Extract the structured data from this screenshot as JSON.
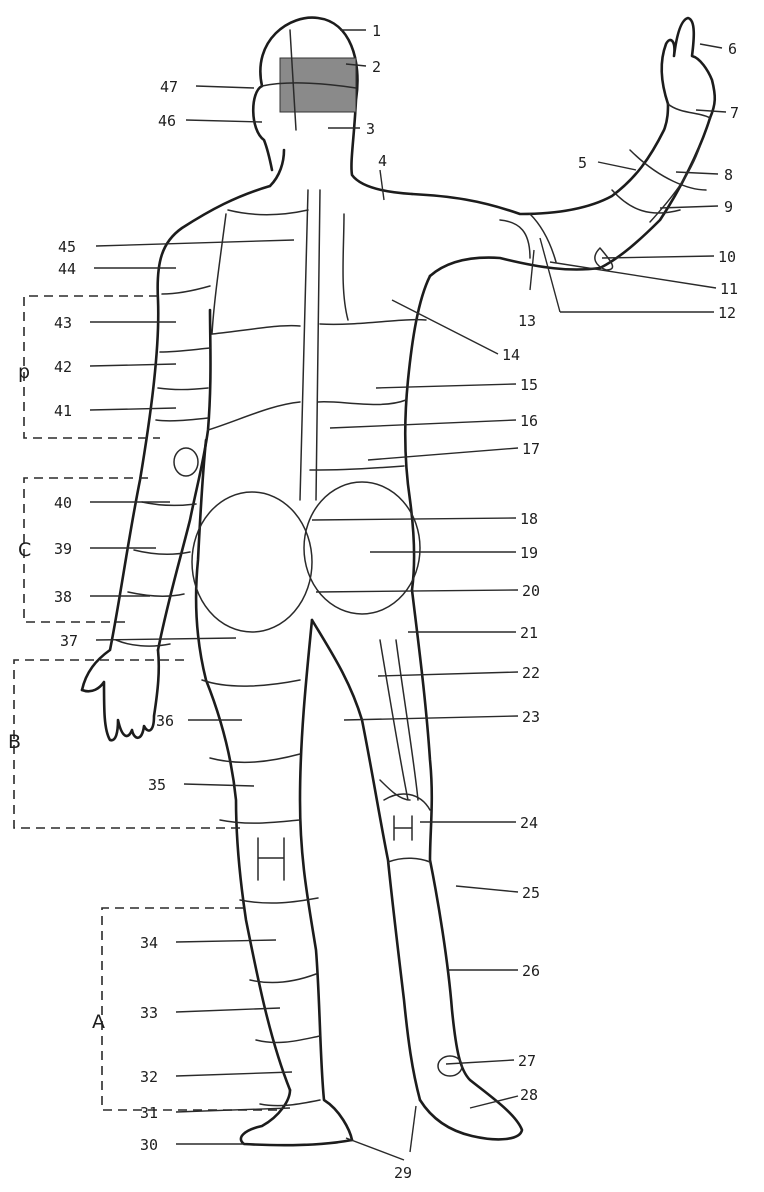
{
  "figure": {
    "labels": [
      "1",
      "2",
      "3",
      "4",
      "5",
      "6",
      "7",
      "8",
      "9",
      "10",
      "11",
      "12",
      "13",
      "14",
      "15",
      "16",
      "17",
      "18",
      "19",
      "20",
      "21",
      "22",
      "23",
      "24",
      "25",
      "26",
      "27",
      "28",
      "29",
      "30",
      "31",
      "32",
      "33",
      "34",
      "35",
      "36",
      "37",
      "38",
      "39",
      "40",
      "41",
      "42",
      "43",
      "44",
      "45",
      "46",
      "47"
    ],
    "groups": [
      "p",
      "C",
      "B",
      "A"
    ]
  }
}
